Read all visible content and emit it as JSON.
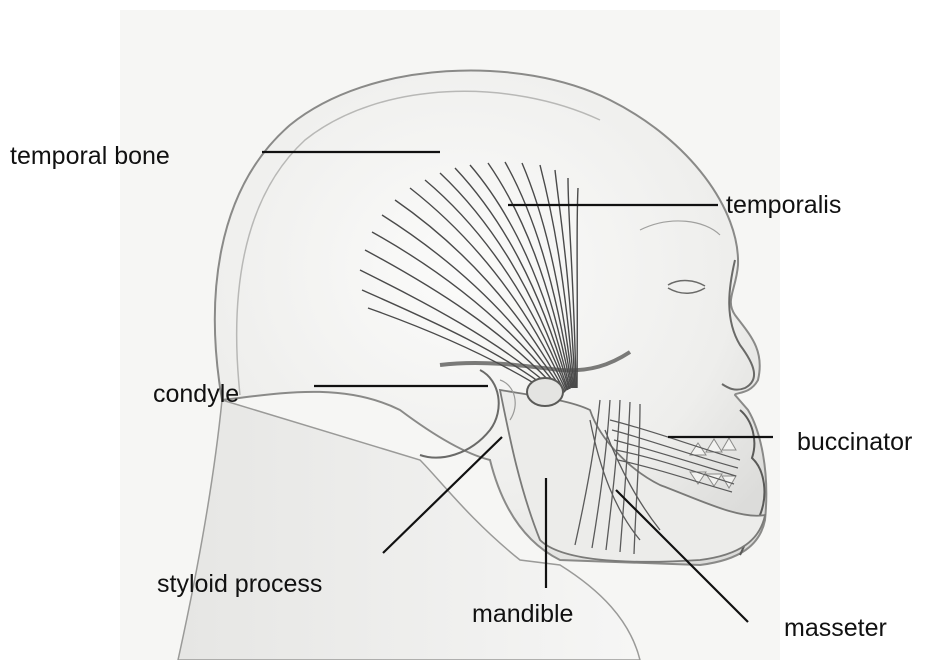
{
  "labels": {
    "temporal_bone": "temporal bone",
    "temporalis": "temporalis",
    "condyle": "condyle",
    "buccinator": "buccinator",
    "styloid_process": "styloid process",
    "mandible": "mandible",
    "masseter": "masseter"
  },
  "colors": {
    "leader_line": "#111111",
    "sketch_outline": "#8a8a8a",
    "muscle_fiber": "#4a4a4a",
    "sketch_background": "#f4f4f2"
  }
}
